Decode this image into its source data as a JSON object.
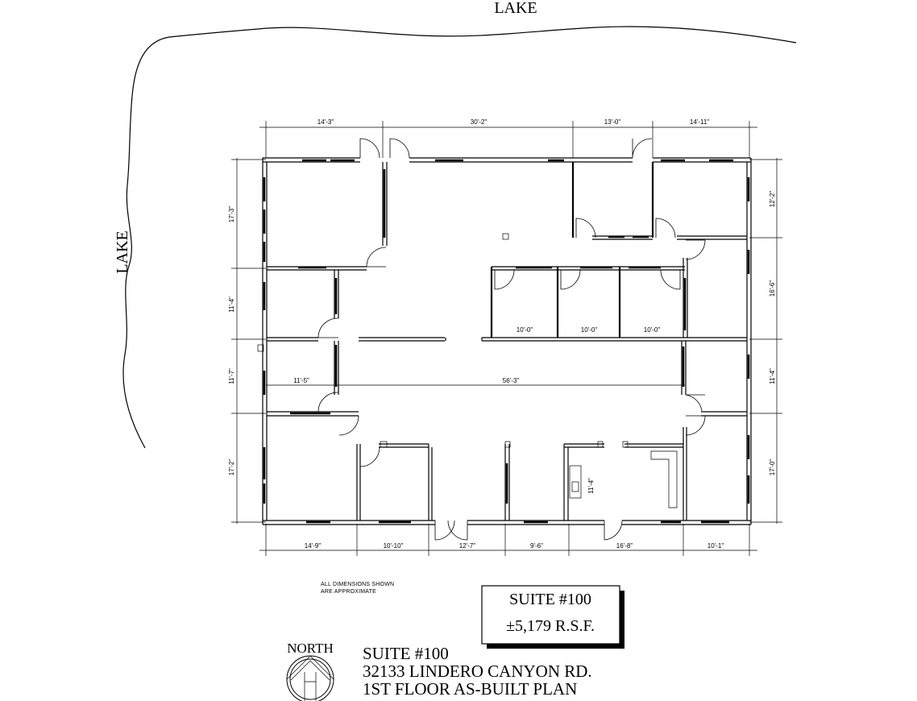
{
  "labels": {
    "lake_top": "LAKE",
    "lake_left": "LAKE",
    "north": "NORTH",
    "note_line1": "ALL DIMENSIONS SHOWN",
    "note_line2": "ARE APPROXIMATE"
  },
  "suite_box": {
    "line1": "SUITE #100",
    "line2": "±5,179 R.S.F."
  },
  "title_block": {
    "line1": "SUITE #100",
    "line2": "32133 LINDERO CANYON RD.",
    "line3": "1ST FLOOR AS-BUILT PLAN"
  },
  "dimensions": {
    "top": [
      "14'-3\"",
      "30'-2\"",
      "13'-0\"",
      "14'-11\""
    ],
    "bottom": [
      "14'-9\"",
      "10'-10\"",
      "12'-7\"",
      "9'-6\"",
      "16'-8\"",
      "10'-1\""
    ],
    "left": [
      "17'-3\"",
      "11'-4\"",
      "11'-7\"",
      "17'-2\""
    ],
    "right": [
      "12'-2\"",
      "16'-6\"",
      "11'-4\"",
      "17'-0\""
    ],
    "offices": [
      "10'-0\"",
      "10'-0\"",
      "10'-0\""
    ],
    "corridor_long": "56'-3\"",
    "corridor_short": "11'-5\"",
    "kitchen": "11'-4\""
  }
}
